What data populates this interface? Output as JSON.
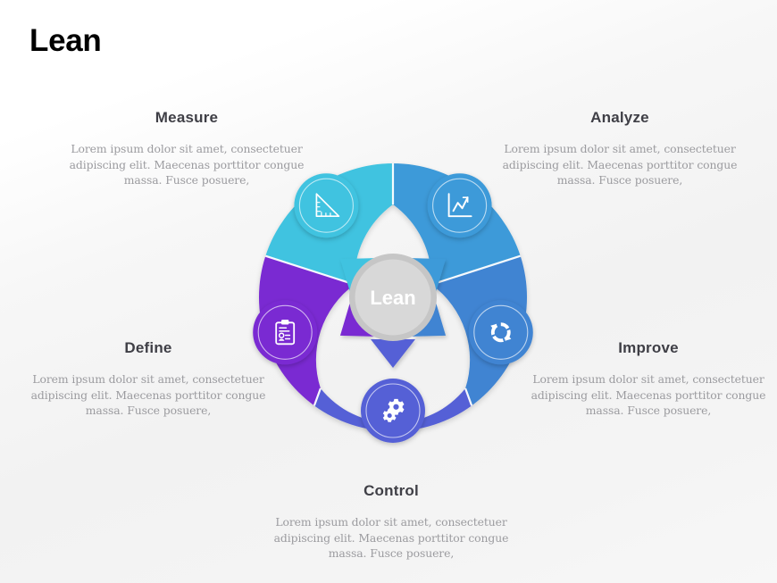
{
  "page": {
    "title": "Lean",
    "background_color": "#f5f5f5"
  },
  "diagram": {
    "type": "cycle-ring",
    "center_label": "Lean",
    "center_circle_color": "#d3d3d3",
    "center_circle_border_color": "#c2c2c2",
    "segment_count": 5,
    "steps": [
      {
        "id": "measure",
        "heading": "Measure",
        "body": "Lorem ipsum dolor sit amet, consectetuer adipiscing  elit. Maecenas porttitor congue massa. Fusce posuere,",
        "color": "#3fc3e0",
        "icon": "set-square-ruler-icon",
        "position": "top-left"
      },
      {
        "id": "analyze",
        "heading": "Analyze",
        "body": "Lorem ipsum dolor sit amet, consectetuer adipiscing  elit. Maecenas porttitor congue massa. Fusce posuere,",
        "color": "#3d9ad9",
        "icon": "line-chart-icon",
        "position": "top-right"
      },
      {
        "id": "improve",
        "heading": "Improve",
        "body": "Lorem ipsum dolor sit amet, consectetuer adipiscing  elit. Maecenas porttitor congue massa. Fusce posuere,",
        "color": "#4084d2",
        "icon": "refresh-cycle-icon",
        "position": "right"
      },
      {
        "id": "control",
        "heading": "Control",
        "body": "Lorem ipsum dolor sit amet, consectetuer adipiscing  elit. Maecenas porttitor congue massa. Fusce posuere,",
        "color": "#5560d6",
        "icon": "gears-icon",
        "position": "bottom"
      },
      {
        "id": "define",
        "heading": "Define",
        "body": "Lorem ipsum dolor sit amet, consectetuer adipiscing  elit. Maecenas porttitor congue massa. Fusce posuere,",
        "color": "#7a2bd2",
        "icon": "clipboard-icon",
        "position": "left"
      }
    ]
  }
}
